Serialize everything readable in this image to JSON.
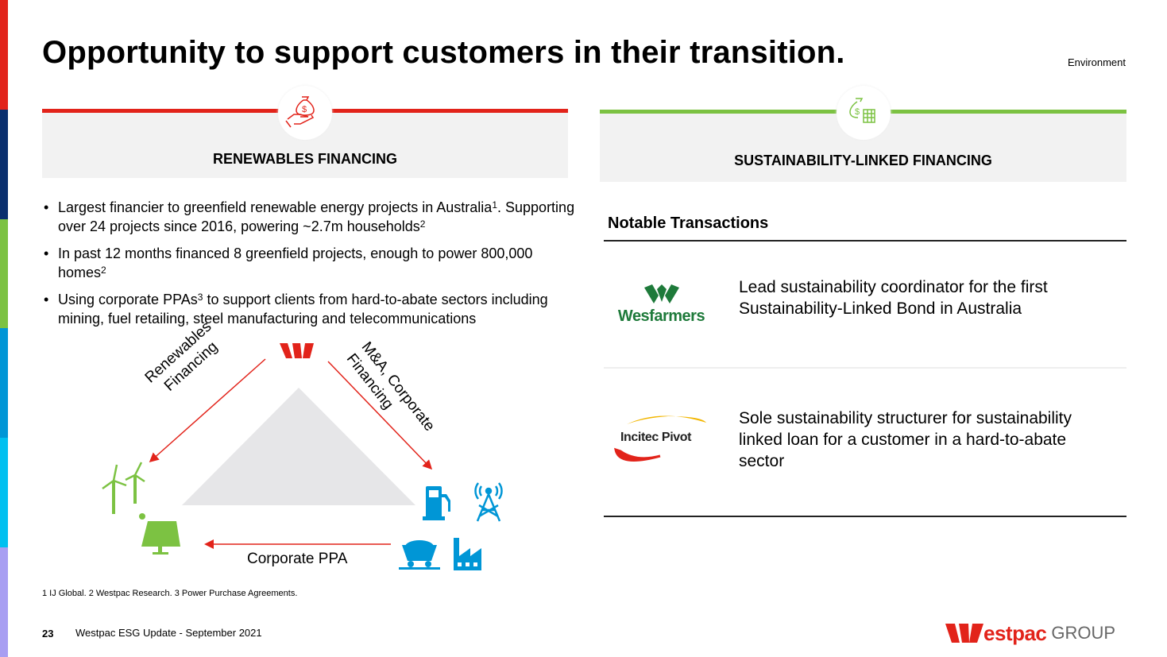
{
  "header": {
    "title": "Opportunity to support customers in their transition.",
    "section": "Environment"
  },
  "colors": {
    "red": "#e2231a",
    "green": "#7cc242",
    "navy": "#0a2f6e",
    "blue": "#0096d6",
    "cyan": "#00c0f0",
    "lavender": "#a89ef2",
    "wesfarmers": "#1e7a3a"
  },
  "left_panel": {
    "title": "RENEWABLES FINANCING",
    "icon": "hand-money-bag-icon",
    "bullets": [
      {
        "text": "Largest financier to greenfield renewable energy projects in Australia",
        "sup": "1",
        "text2": ". Supporting over 24 projects since 2016, powering ~2.7m households",
        "sup2": "2"
      },
      {
        "text": "In past 12 months financed 8 greenfield projects, enough to power 800,000 homes",
        "sup": "2"
      },
      {
        "text": "Using corporate PPAs",
        "sup": "3",
        "text2": " to support clients from hard-to-abate sectors including mining, fuel retailing, steel manufacturing and telecommunications"
      }
    ]
  },
  "diagram": {
    "left_arrow_label_1": "Renewables",
    "left_arrow_label_2": "Financing",
    "right_arrow_label_1": "M&A, Corporate",
    "right_arrow_label_2": "Financing",
    "bottom_label": "Corporate PPA"
  },
  "right_panel": {
    "title": "SUSTAINABILITY-LINKED FINANCING",
    "icon": "money-bag-calculator-icon",
    "subheading": "Notable Transactions",
    "transactions": [
      {
        "logo": "Wesfarmers",
        "text": "Lead sustainability coordinator for the first Sustainability-Linked Bond in Australia"
      },
      {
        "logo": "Incitec Pivot",
        "text": "Sole sustainability structurer for sustainability linked loan for a customer in a hard-to-abate sector"
      }
    ]
  },
  "footer": {
    "footnote": "1 IJ Global. 2 Westpac Research. 3 Power Purchase Agreements.",
    "page": "23",
    "doc": "Westpac ESG Update - September 2021",
    "logo_word": "estpac",
    "logo_group": "GROUP"
  }
}
